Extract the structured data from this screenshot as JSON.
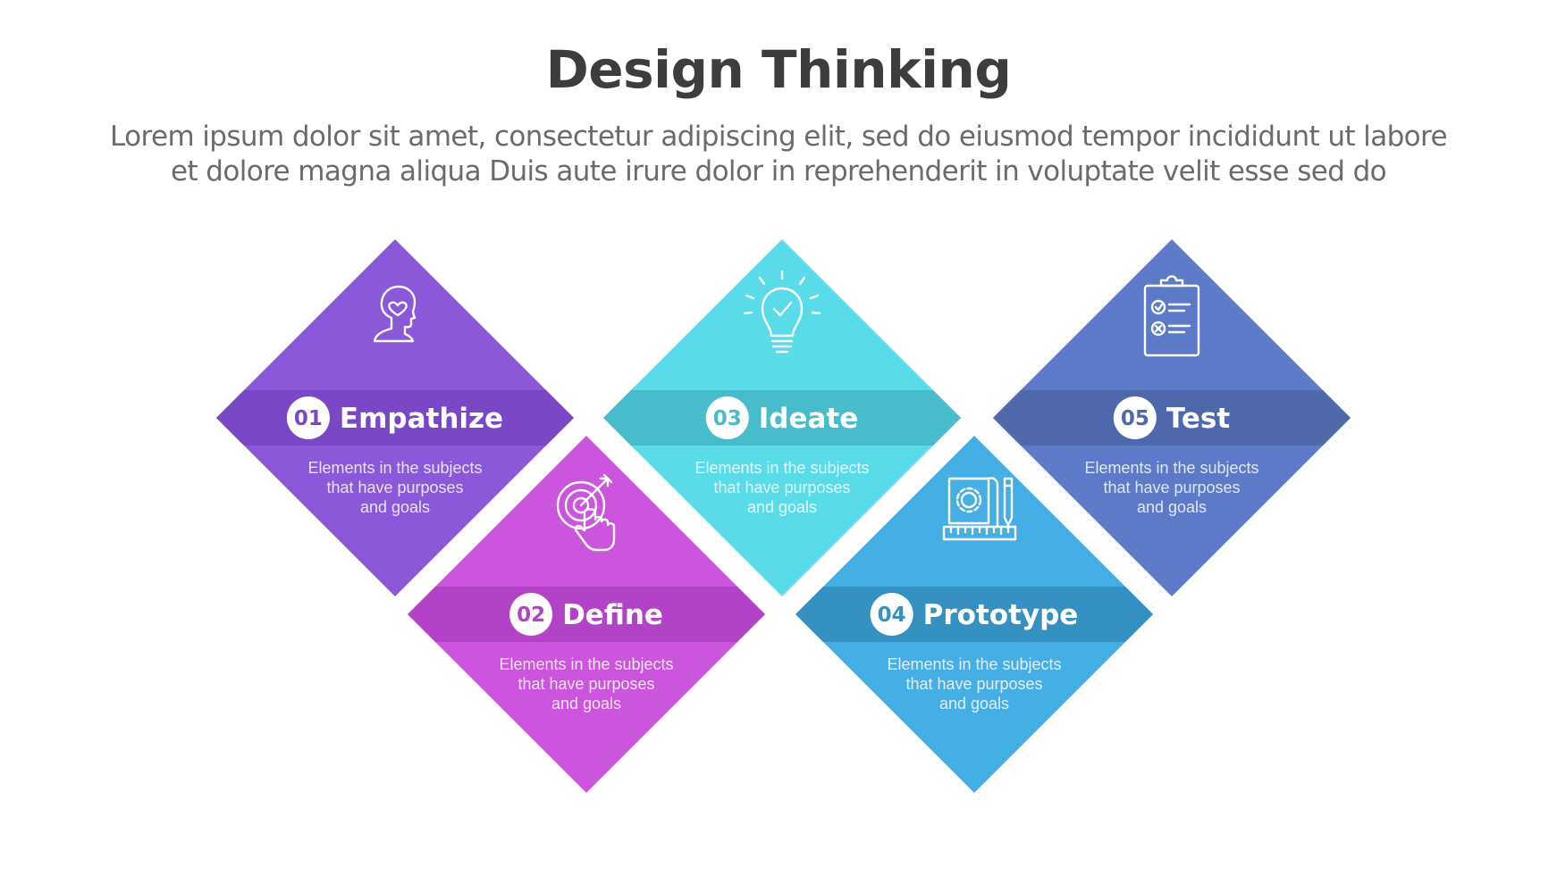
{
  "header": {
    "title": "Design Thinking",
    "subtitle_line1": "Lorem ipsum dolor sit amet, consectetur adipiscing elit, sed do eiusmod tempor incididunt ut labore",
    "subtitle_line2": "et dolore magna aliqua Duis aute irure dolor in reprehenderit in voluptate velit esse sed do"
  },
  "steps": [
    {
      "number": "01",
      "label": "Empathize",
      "icon": "head-heart-icon",
      "color": "#8a58d8",
      "band_color": "#7a47c6",
      "desc": [
        "Elements in the subjects",
        "that have purposes",
        "and  goals"
      ]
    },
    {
      "number": "02",
      "label": "Define",
      "icon": "target-hand-icon",
      "color": "#cc55dd",
      "band_color": "#b243c6",
      "desc": [
        "Elements in the subjects",
        "that have purposes",
        "and  goals"
      ]
    },
    {
      "number": "03",
      "label": "Ideate",
      "icon": "lightbulb-check-icon",
      "color": "#5adbe8",
      "band_color": "#47bccb",
      "desc": [
        "Elements in the subjects",
        "that have purposes",
        "and  goals"
      ]
    },
    {
      "number": "04",
      "label": "Prototype",
      "icon": "blueprint-ruler-icon",
      "color": "#44aee5",
      "band_color": "#3591c2",
      "desc": [
        "Elements in the subjects",
        "that have purposes",
        "and  goals"
      ]
    },
    {
      "number": "05",
      "label": "Test",
      "icon": "clipboard-checklist-icon",
      "color": "#5c7ac8",
      "band_color": "#4f68ab",
      "desc": [
        "Elements in the subjects",
        "that have purposes",
        "and  goals"
      ]
    }
  ]
}
